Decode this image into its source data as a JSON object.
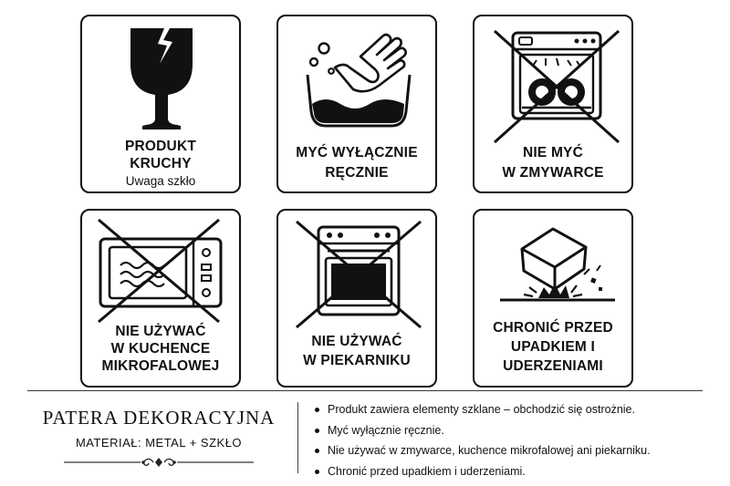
{
  "cards": [
    {
      "line1": "PRODUKT",
      "line2": "KRUCHY",
      "sub": "Uwaga szkło",
      "icon": "fragile-glass-icon"
    },
    {
      "line1": "MYĆ WYŁĄCZNIE",
      "line2": "RĘCZNIE",
      "icon": "hand-wash-icon"
    },
    {
      "line1": "NIE MYĆ",
      "line2": "W ZMYWARCE",
      "icon": "no-dishwasher-icon"
    },
    {
      "line1": "NIE UŻYWAĆ",
      "line2": "W KUCHENCE",
      "line3": "MIKROFALOWEJ",
      "icon": "no-microwave-icon"
    },
    {
      "line1": "NIE UŻYWAĆ",
      "line2": "W PIEKARNIKU",
      "icon": "no-oven-icon"
    },
    {
      "line1": "CHRONIĆ PRZED",
      "line2": "UPADKIEM I",
      "line3": "UDERZENIAMI",
      "icon": "falling-box-impact-icon"
    }
  ],
  "footer": {
    "title": "PATERA DEKORACYJNA",
    "material": "MATERIAŁ: METAL + SZKŁO",
    "bullets": [
      "Produkt zawiera elementy szklane – obchodzić się ostrożnie.",
      "Myć wyłącznie ręcznie.",
      "Nie używać w zmywarce, kuchence mikrofalowej ani piekarniku.",
      "Chronić przed upadkiem i uderzeniami."
    ]
  }
}
